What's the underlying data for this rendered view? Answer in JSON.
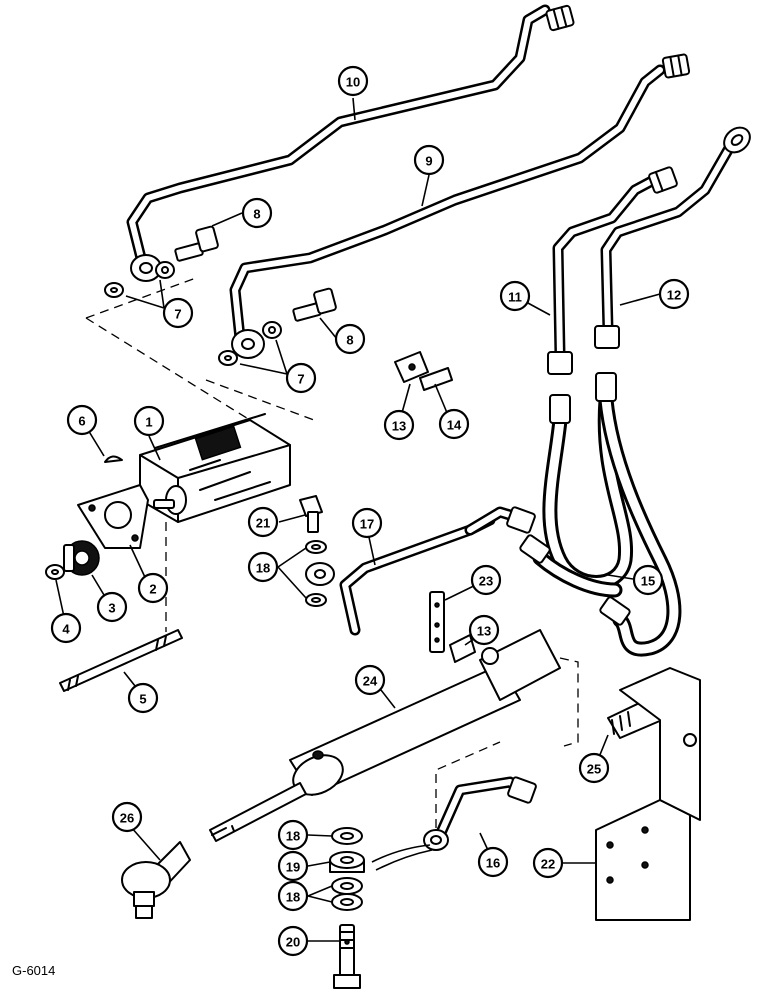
{
  "figure_code": "G-6014",
  "callouts": [
    "1",
    "2",
    "3",
    "4",
    "5",
    "6",
    "7",
    "7",
    "8",
    "8",
    "9",
    "10",
    "11",
    "12",
    "13",
    "13",
    "14",
    "15",
    "16",
    "17",
    "18",
    "18",
    "18",
    "19",
    "20",
    "21",
    "22",
    "23",
    "24",
    "25",
    "26"
  ]
}
